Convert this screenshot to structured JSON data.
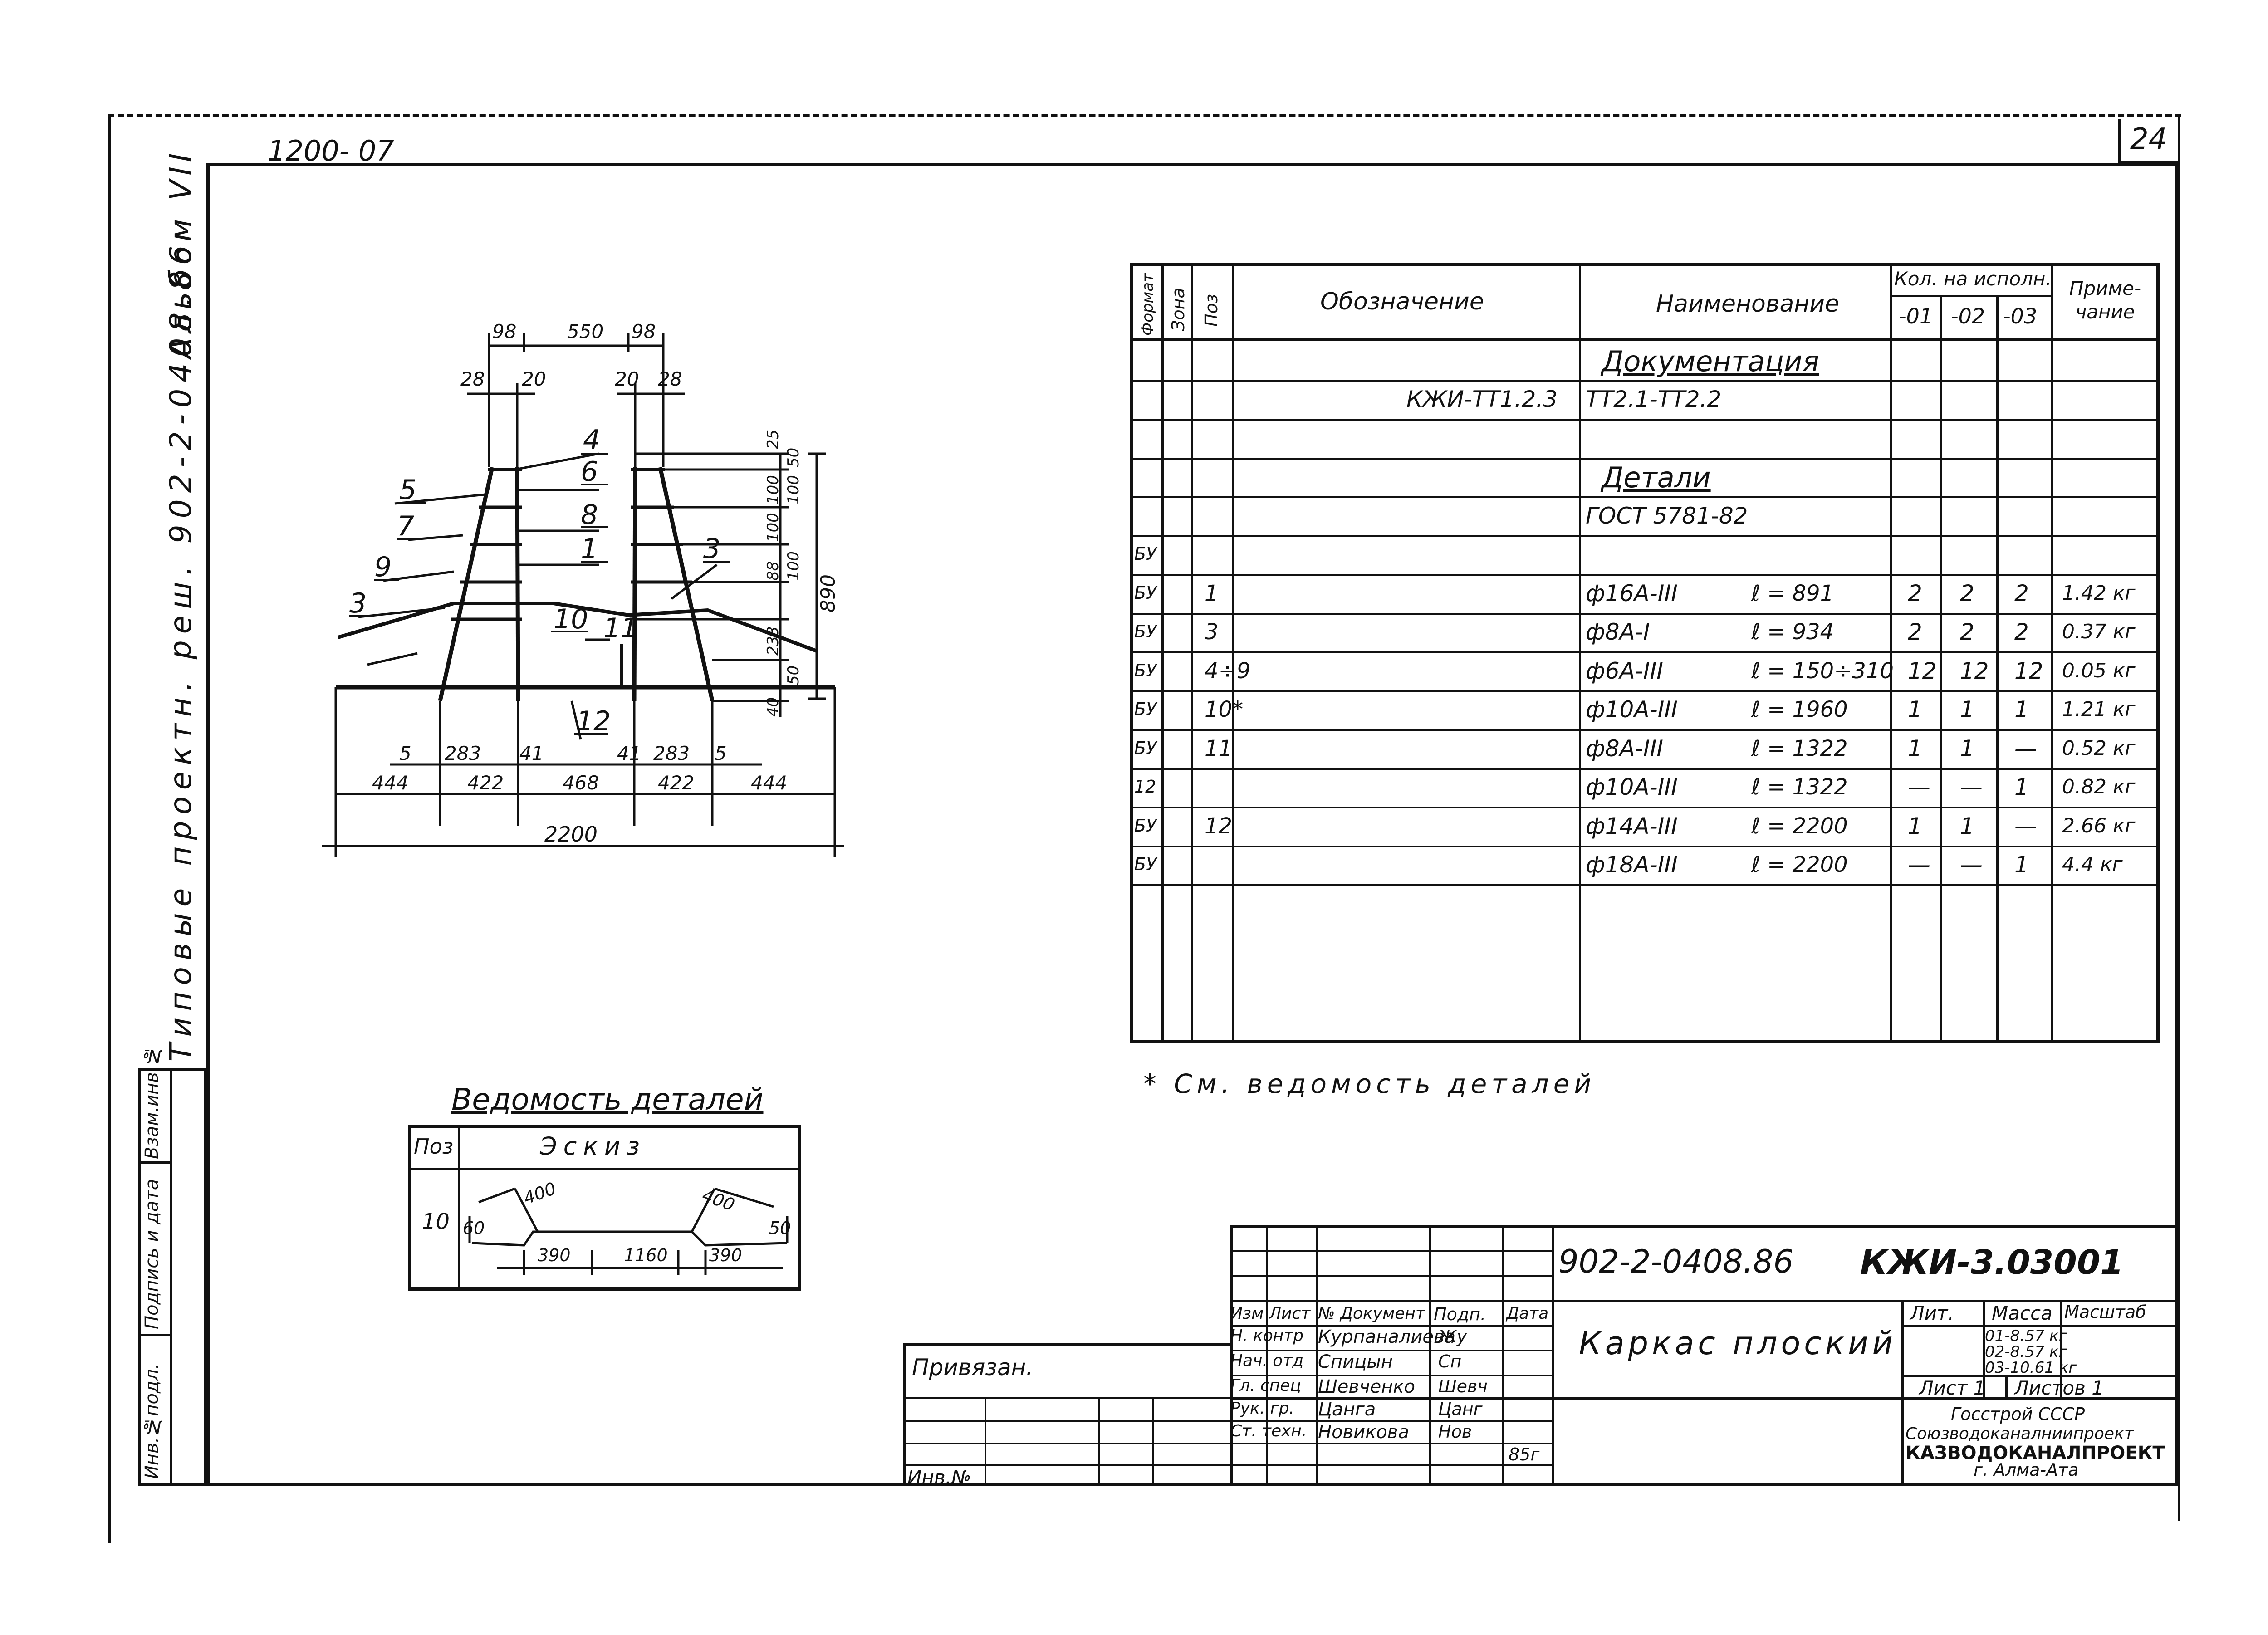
{
  "header": {
    "album_code": "1200- 07",
    "sheet_number": "24"
  },
  "side_stamp": {
    "series_text": "Типовые проектн. реш. 902-2-0408.86",
    "album": "Альбом VII",
    "col1": "Инв.№подл.",
    "col2": "Подпись и дата",
    "col3": "Взам.инв.№"
  },
  "drawing": {
    "dims": {
      "top_550": "550",
      "top_98_left": "98",
      "top_98_right": "98",
      "d28_left": "28",
      "d20_left": "20",
      "d20_right": "20",
      "d28_right": "28",
      "v25": "25",
      "v50": "50",
      "v100a": "100",
      "v100b": "100",
      "v100c": "100",
      "v100d": "100",
      "v88": "88",
      "v233": "233",
      "v50b": "50",
      "v40": "40",
      "v890": "890",
      "b5_left": "5",
      "b283_left": "283",
      "b41_left": "41",
      "b41_right": "41",
      "b283_right": "283",
      "b5_right": "5",
      "s444_left": "444",
      "s422_left": "422",
      "s468": "468",
      "s422_right": "422",
      "s444_right": "444",
      "total": "2200"
    },
    "marks": {
      "m1": "1",
      "m3_left": "3",
      "m3_right": "3",
      "m4": "4",
      "m5": "5",
      "m6": "6",
      "m7": "7",
      "m8": "8",
      "m9": "9",
      "m10": "10",
      "m11": "11",
      "m12": "12"
    }
  },
  "spec_table": {
    "headers": {
      "format": "Формат",
      "zone": "Зона",
      "pos": "Поз",
      "designation": "Обозначение",
      "name": "Наименование",
      "qty_group": "Кол. на исполн.",
      "qty_01": "-01",
      "qty_02": "-02",
      "qty_03": "-03",
      "note": "Приме- чание"
    },
    "rows": [
      {
        "format": "",
        "pos": "",
        "designation": "",
        "name": "Документация",
        "size": "",
        "q1": "",
        "q2": "",
        "q3": "",
        "note": ""
      },
      {
        "format": "",
        "pos": "",
        "designation": "КЖИ-ТТ1.2.3",
        "name": "ТТ2.1-ТТ2.2",
        "size": "",
        "q1": "",
        "q2": "",
        "q3": "",
        "note": ""
      },
      {
        "format": "",
        "pos": "",
        "designation": "",
        "name": "",
        "size": "",
        "q1": "",
        "q2": "",
        "q3": "",
        "note": ""
      },
      {
        "format": "",
        "pos": "",
        "designation": "",
        "name": "Детали",
        "size": "",
        "q1": "",
        "q2": "",
        "q3": "",
        "note": ""
      },
      {
        "format": "",
        "pos": "",
        "designation": "",
        "name": "ГОСТ 5781-82",
        "size": "",
        "q1": "",
        "q2": "",
        "q3": "",
        "note": ""
      },
      {
        "format": "БУ",
        "pos": "",
        "designation": "",
        "name": "",
        "size": "",
        "q1": "",
        "q2": "",
        "q3": "",
        "note": ""
      },
      {
        "format": "БУ",
        "pos": "1",
        "designation": "",
        "name": "ф16А-III",
        "size": "ℓ = 891",
        "q1": "2",
        "q2": "2",
        "q3": "2",
        "note": "1.42 кг"
      },
      {
        "format": "БУ",
        "pos": "3",
        "designation": "",
        "name": "ф8А-I",
        "size": "ℓ = 934",
        "q1": "2",
        "q2": "2",
        "q3": "2",
        "note": "0.37 кг"
      },
      {
        "format": "БУ",
        "pos": "4÷9",
        "designation": "",
        "name": "ф6А-III",
        "size": "ℓ = 150÷310",
        "q1": "12",
        "q2": "12",
        "q3": "12",
        "note": "0.05 кг"
      },
      {
        "format": "БУ",
        "pos": "10*",
        "designation": "",
        "name": "ф10А-III",
        "size": "ℓ = 1960",
        "q1": "1",
        "q2": "1",
        "q3": "1",
        "note": "1.21 кг"
      },
      {
        "format": "БУ",
        "pos": "11",
        "designation": "",
        "name": "ф8А-III",
        "size": "ℓ = 1322",
        "q1": "1",
        "q2": "1",
        "q3": "—",
        "note": "0.52 кг"
      },
      {
        "format": "12",
        "pos": "",
        "designation": "",
        "name": "ф10А-III",
        "size": "ℓ = 1322",
        "q1": "—",
        "q2": "—",
        "q3": "1",
        "note": "0.82 кг"
      },
      {
        "format": "БУ",
        "pos": "12",
        "designation": "",
        "name": "ф14А-III",
        "size": "ℓ = 2200",
        "q1": "1",
        "q2": "1",
        "q3": "—",
        "note": "2.66 кг"
      },
      {
        "format": "БУ",
        "pos": "",
        "designation": "",
        "name": "ф18А-III",
        "size": "ℓ = 2200",
        "q1": "—",
        "q2": "—",
        "q3": "1",
        "note": "4.4 кг"
      }
    ],
    "footnote": "* См. ведомость деталей"
  },
  "details_sheet": {
    "title": "Ведомость деталей",
    "col_pos": "Поз",
    "col_sketch": "Эскиз",
    "pos": "10",
    "dims": {
      "d60": "60",
      "d400l": "400",
      "d400r": "400",
      "d50": "50",
      "d390l": "390",
      "d1160": "1160",
      "d390r": "390"
    }
  },
  "title_block": {
    "doc_code": "902-2-0408.86",
    "doc_number": "КЖИ-3.03001",
    "title": "Каркас плоский",
    "privyazan": "Привязан.",
    "inv": "Инв.№",
    "rev_headers": {
      "izm": "Изм",
      "list": "Лист",
      "doc": "№ Документ",
      "sign": "Подп.",
      "date": "Дата"
    },
    "people": [
      {
        "role": "Н. контр",
        "name": "Курпаналиева",
        "sig": "Жу"
      },
      {
        "role": "Нач. отд",
        "name": "Спицын",
        "sig": "Сп"
      },
      {
        "role": "Гл. спец",
        "name": "Шевченко",
        "sig": "Шевч"
      },
      {
        "role": "Рук. гр.",
        "name": "Цанга",
        "sig": "Цанг"
      },
      {
        "role": "Ст. техн.",
        "name": "Новикова",
        "sig": "Нов"
      }
    ],
    "year": "85г",
    "lit_label": "Лит.",
    "mass_label": "Масса",
    "scale_label": "Масштаб",
    "mass": [
      "01-8.57 кг",
      "02-8.57 кг",
      "03-10.61 кг"
    ],
    "sheet": "Лист 1",
    "sheets": "Листов 1",
    "org1": "Госстрой СССР",
    "org2": "Союзводоканалниипроект",
    "org3": "КАЗВОДОКАНАЛПРОЕКТ",
    "org4": "г. Алма-Ата"
  }
}
